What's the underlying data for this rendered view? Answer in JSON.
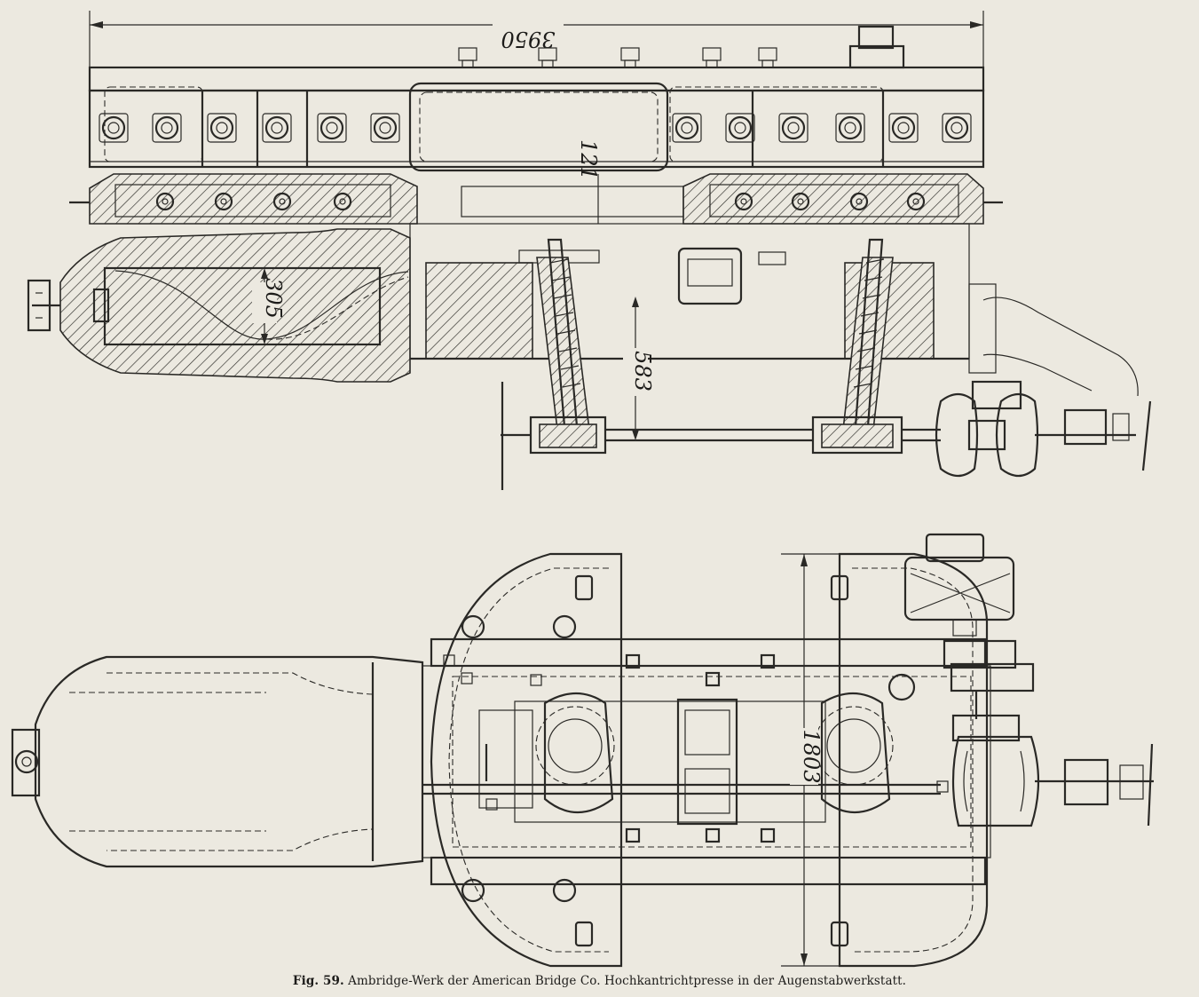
{
  "figure": {
    "number_label": "Fig. 59.",
    "caption": "Ambridge-Werk der American Bridge Co.  Hochkantrichtpresse in der Augenstabwerkstatt."
  },
  "dimensions": {
    "overall_length": "3950",
    "gap": "121",
    "stroke": "305",
    "spindle_distance": "583",
    "width": "1803"
  },
  "colors": {
    "paper": "#ece9e0",
    "ink": "#2a2926"
  }
}
